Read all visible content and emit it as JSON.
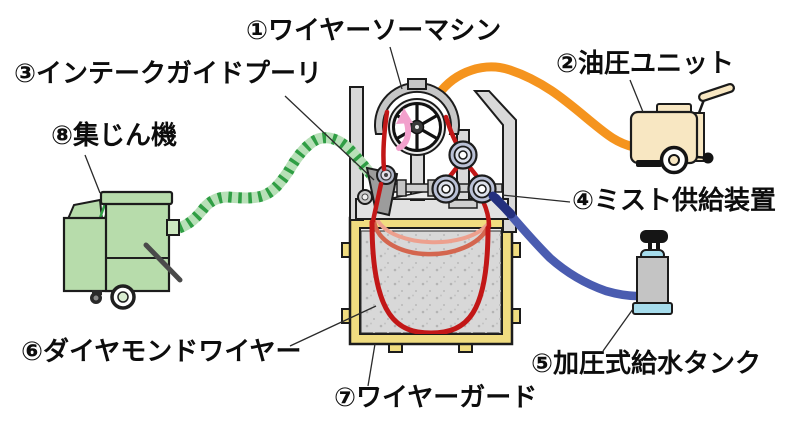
{
  "diagram": {
    "language": "ja",
    "labels": [
      {
        "key": "wire-saw-machine",
        "text": "①ワイヤーソーマシン"
      },
      {
        "key": "hydraulic-unit",
        "text": "②油圧ユニット"
      },
      {
        "key": "intake-guide-pulley",
        "text": "③インテークガイドプーリ"
      },
      {
        "key": "mist-supply-device",
        "text": "④ミスト供給装置"
      },
      {
        "key": "pressurized-water-tank",
        "text": "⑤加圧式給水タンク"
      },
      {
        "key": "diamond-wire",
        "text": "⑥ダイヤモンドワイヤー"
      },
      {
        "key": "wire-guard",
        "text": "⑦ワイヤーガード"
      },
      {
        "key": "dust-collector",
        "text": "⑧集じん機"
      }
    ]
  },
  "colors": {
    "wire_red": "#c21717",
    "wire_mid": "#d4664f",
    "wire_light": "#eda08e",
    "hose_orange": "#f5941e",
    "hose_blue": "#4a5cb0",
    "nozzle_navy": "#24307e",
    "hose_green_light": "#b8e0b8",
    "hose_green_dark": "#2f9e44",
    "collector_green": "#b7dcab",
    "unit_cream": "#f8e7c2",
    "tank_gray": "#c4c4c4",
    "tank_cyan": "#a6dcec",
    "frame_yellow": "#f0dc80",
    "concrete_gray": "#d8d8d8",
    "arrow_pink": "#f2a0cc",
    "metal_gray": "#d9d9d9"
  }
}
